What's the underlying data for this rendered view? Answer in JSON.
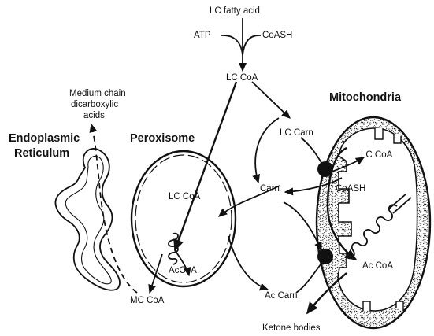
{
  "labels": {
    "lc_fatty_acid": "LC fatty acid",
    "atp": "ATP",
    "coash_top": "CoASH",
    "lc_coa_top": "LC CoA",
    "medium_chain_1": "Medium chain",
    "medium_chain_2": "dicarboxylic",
    "medium_chain_3": "acids",
    "er_1": "Endoplasmic",
    "er_2": "Reticulum",
    "peroxisome": "Peroxisome",
    "mitochondria": "Mitochondria",
    "lc_carn": "LC Carn",
    "lc_coa_mito": "LC CoA",
    "carn": "Carn",
    "coash_mito": "CoASH",
    "lc_coa_perox": "LC CoA",
    "accoa_perox": "AcCoA",
    "mc_coa": "MC CoA",
    "ac_carn": "Ac Carn",
    "ac_coa_mito": "Ac CoA",
    "ketone_bodies": "Ketone bodies"
  },
  "colors": {
    "ink": "#111111",
    "background": "#ffffff"
  }
}
